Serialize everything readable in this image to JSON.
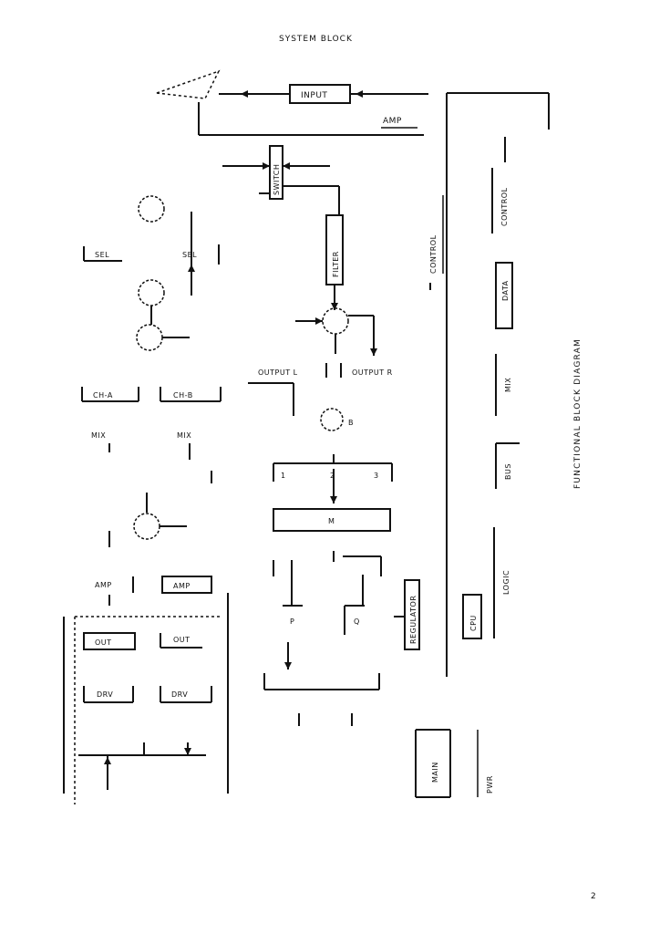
{
  "header": {
    "title": "SYSTEM BLOCK",
    "page_number": "2"
  },
  "right_side_title": "FUNCTIONAL BLOCK DIAGRAM",
  "top": {
    "input_box": "INPUT",
    "sub_label": "AMP"
  },
  "center_chain": {
    "switch_box": "SWITCH",
    "filter_box": "FILTER",
    "side_label": "CONTROL",
    "left_output": "OUTPUT L",
    "right_output": "OUTPUT R",
    "bus_label_1": "B",
    "bus_label_2": "M"
  },
  "left_section": {
    "left_box_1": "SEL",
    "right_box_1": "SEL",
    "left_ch_box": "CH-A",
    "right_ch_box": "CH-B",
    "mid_left": "MIX",
    "mid_right": "MIX",
    "lower_box_left": "AMP",
    "lower_box_right": "AMP",
    "group_box_left": "OUT",
    "group_box_right": "OUT",
    "bottom_box_left": "DRV",
    "bottom_box_right": "DRV"
  },
  "center_lower": {
    "vertical_box": "REGULATOR",
    "node_label_left": "P",
    "node_label_right": "Q"
  },
  "right_column": {
    "labels": [
      "CONTROL",
      "DATA",
      "MIX",
      "BUS",
      "LOGIC",
      "PWR"
    ],
    "small_box": "CPU",
    "bottom_box": "MAIN"
  }
}
